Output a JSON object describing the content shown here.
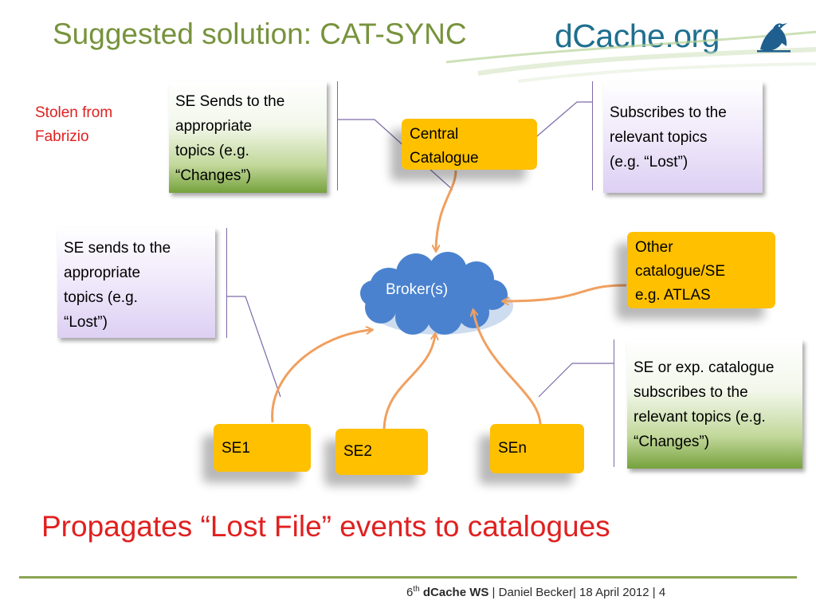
{
  "title": "Suggested solution: CAT-SYNC",
  "logo": {
    "text": "dCache.org",
    "icon": "bird-icon"
  },
  "annotation": {
    "line1": "Stolen from",
    "line2": "Fabrizio"
  },
  "notes": {
    "se_sends_changes": [
      "SE Sends to the",
      "appropriate",
      "topics (e.g.",
      "“Changes”)"
    ],
    "subscribes_lost": [
      "Subscribes to the",
      "relevant topics",
      "(e.g. “Lost”)"
    ],
    "se_sends_lost": [
      "SE sends to the",
      "appropriate",
      "topics (e.g.",
      "“Lost”)"
    ],
    "subscribes_changes": [
      "SE or exp. catalogue",
      "subscribes to the",
      "relevant topics (e.g.",
      "“Changes”)"
    ]
  },
  "nodes": {
    "central": [
      "Central",
      "Catalogue"
    ],
    "other": [
      "Other",
      "catalogue/SE",
      "e.g. ATLAS"
    ],
    "broker": "Broker(s)",
    "se1": "SE1",
    "se2": "SE2",
    "sen": "SEn"
  },
  "headline": "Propagates “Lost File” events to catalogues",
  "footer": {
    "edition": "6",
    "edition_sup": "th",
    "event": "dCache WS",
    "rest": " | Daniel Becker| 18 April 2012 | 4"
  },
  "colors": {
    "title": "#77933c",
    "red": "#e02020",
    "node": "#ffc000",
    "arrow": "#f0a060",
    "cloud": "#3a74c0",
    "rule": "#8aa453"
  }
}
